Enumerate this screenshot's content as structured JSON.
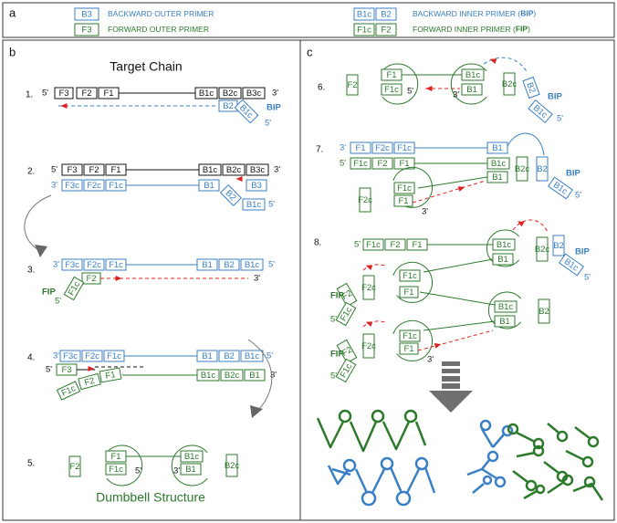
{
  "panels": {
    "a": "a",
    "b": "b",
    "c": "c"
  },
  "legend": {
    "b3": "B3",
    "b3_desc": "BACKWARD OUTER PRIMER",
    "f3": "F3",
    "f3_desc": "FORWARD OUTER  PRIMER",
    "b1c": "B1c",
    "b2": "B2",
    "bip_desc": "BACKWARD INNER PRIMER (",
    "bip": "BIP",
    "close": ")",
    "f1c": "F1c",
    "f2": "F2",
    "fip_desc": "FORWARD INNER PRIMER (",
    "fip": "FIP"
  },
  "panel_b": {
    "title": "Target Chain",
    "steps": [
      "1.",
      "2.",
      "3.",
      "4.",
      "5."
    ],
    "caption": "Dumbbell Structure"
  },
  "panel_c": {
    "steps": [
      "6.",
      "7.",
      "8."
    ]
  },
  "labels": {
    "F3": "F3",
    "F2": "F2",
    "F1": "F1",
    "B1c": "B1c",
    "B2c": "B2c",
    "B3c": "B3c",
    "F3c": "F3c",
    "F2c": "F2c",
    "F1c": "F1c",
    "B1": "B1",
    "B2": "B2",
    "B3": "B3",
    "BIP": "BIP",
    "FIP": "FIP",
    "p5": "5'",
    "p3": "3'"
  },
  "colors": {
    "blue": "#3a7fc4",
    "green": "#2d7a2d",
    "red": "#e02020",
    "black": "#111"
  }
}
